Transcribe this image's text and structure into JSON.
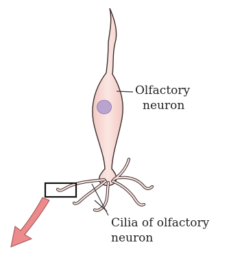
{
  "labels": {
    "neuron_line1": "Olfactory",
    "neuron_line2": "neuron",
    "cilia_line1": "Cilia of olfactory",
    "cilia_line2": "neuron"
  },
  "colors": {
    "cell_fill": "#f8dbd7",
    "cell_stroke": "#3b2b2b",
    "nucleus_fill": "#b9a4cf",
    "arrow_fill": "#ec8a8c",
    "arrow_stroke": "#9a4e52",
    "leader_line": "#333333"
  }
}
